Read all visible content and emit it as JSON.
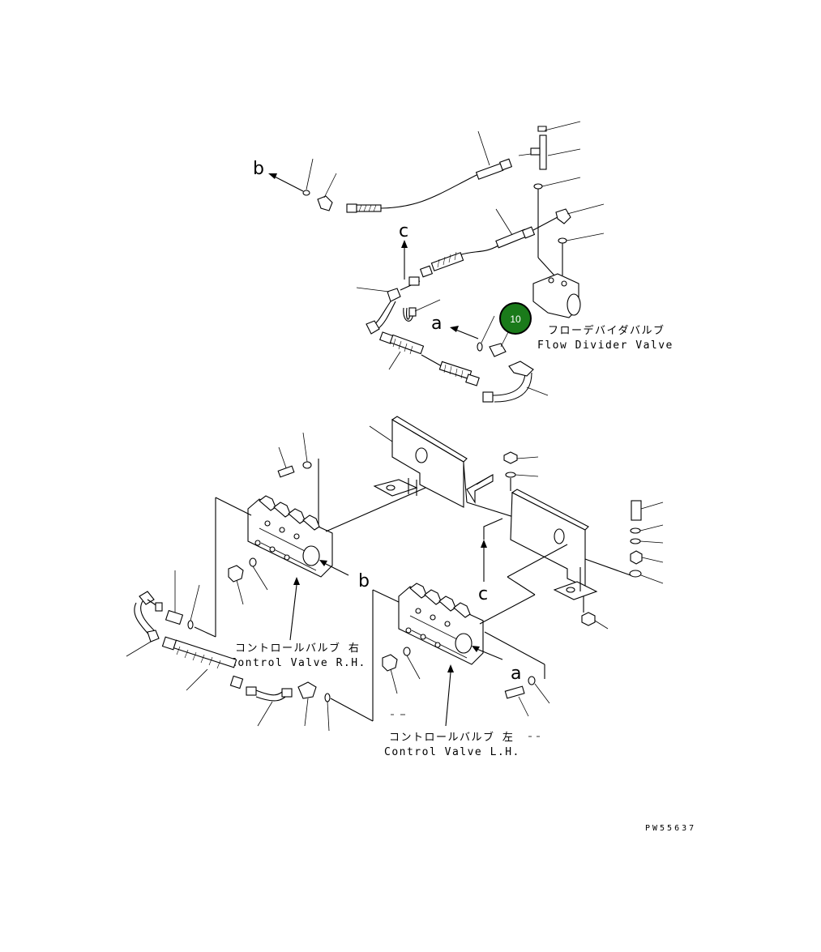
{
  "labels": {
    "flow_divider_jp": "フローデバイダバルブ",
    "flow_divider_en": "Flow Divider Valve",
    "control_rh_jp": "コントロールバルブ 右",
    "control_rh_en": "Control Valve R.H.",
    "control_lh_jp": "コントロールバルブ 左",
    "control_lh_en": "Control Valve L.H.",
    "drawing_code": "PW55637"
  },
  "refs": {
    "a": "a",
    "b": "b",
    "c": "c"
  },
  "callout": {
    "number": "10",
    "fill": "#1a7a1a",
    "stroke": "#000000"
  }
}
